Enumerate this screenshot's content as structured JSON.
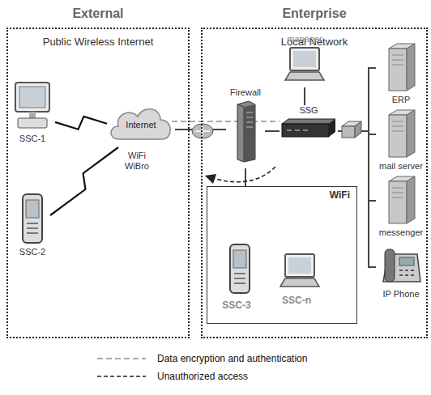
{
  "diagram": {
    "nodes": [
      {
        "text": [
          "External",
          "Public Wireless Internet"
        ]
      },
      {
        "text": [
          "Enterprise",
          "Local Network"
        ]
      },
      {
        "text": [
          "SSC-1"
        ],
        "in": 0
      },
      {
        "text": [
          "SSC-2"
        ],
        "in": 0
      },
      {
        "text": [
          "Internet"
        ],
        "in": 0
      },
      {
        "text": [
          "manager"
        ],
        "in": 1
      },
      {
        "text": [
          "Firewall"
        ],
        "in": 1
      },
      {
        "text": [
          "SSG"
        ],
        "in": 1
      },
      {
        "text": [
          "ERP"
        ],
        "in": 1
      },
      {
        "text": [
          "mail server"
        ],
        "in": 1
      },
      {
        "text": [
          "messenger"
        ],
        "in": 1
      },
      {
        "text": [
          "IP Phone"
        ],
        "in": 1
      },
      {
        "text": [
          "WiFi"
        ],
        "in": 1
      },
      {
        "text": [
          "SSC-3"
        ],
        "in": 12
      },
      {
        "text": [
          "SSC-n"
        ],
        "in": 12
      }
    ],
    "edges": [
      {
        "from": 2,
        "to": 4,
        "arrow": "none"
      },
      {
        "from": 3,
        "to": 4,
        "arrow": "none"
      },
      {
        "from": 4,
        "to": 6,
        "arrow": "none"
      },
      {
        "from": 6,
        "to": 7,
        "arrow": "none"
      },
      {
        "from": 5,
        "to": 7,
        "arrow": "none"
      },
      {
        "from": 7,
        "to": 8,
        "arrow": "none"
      },
      {
        "from": 7,
        "to": 9,
        "arrow": "none"
      },
      {
        "from": 7,
        "to": 10,
        "arrow": "none"
      },
      {
        "from": 7,
        "to": 11,
        "arrow": "none"
      },
      {
        "from": 6,
        "to": 12,
        "arrow": "none"
      }
    ],
    "labels": [
      "WiFi WiBro"
    ],
    "legend": [
      {
        "text": "Data encryption and authentication"
      },
      {
        "text": "Unauthorized access"
      }
    ]
  }
}
